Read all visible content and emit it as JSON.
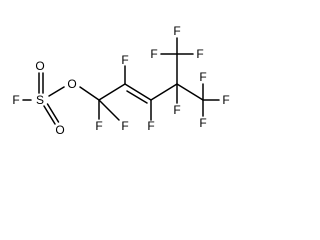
{
  "molecule": {
    "ink_color": "#000000",
    "background_color": "#ffffff",
    "atoms": [
      {
        "id": "F1",
        "label": "F"
      },
      {
        "id": "S",
        "label": "S"
      },
      {
        "id": "O_top",
        "label": "O"
      },
      {
        "id": "O_bottom",
        "label": "O"
      },
      {
        "id": "O_link",
        "label": "O"
      },
      {
        "id": "F_c1a",
        "label": "F"
      },
      {
        "id": "F_c1b",
        "label": "F"
      },
      {
        "id": "F_c2",
        "label": "F"
      },
      {
        "id": "F_c3",
        "label": "F"
      },
      {
        "id": "F_c4",
        "label": "F"
      },
      {
        "id": "F_cf3a_top",
        "label": "F"
      },
      {
        "id": "F_cf3a_left",
        "label": "F"
      },
      {
        "id": "F_cf3a_right",
        "label": "F"
      },
      {
        "id": "F_cf3b_top",
        "label": "F"
      },
      {
        "id": "F_cf3b_right",
        "label": "F"
      },
      {
        "id": "F_cf3b_bottom",
        "label": "F"
      }
    ]
  }
}
